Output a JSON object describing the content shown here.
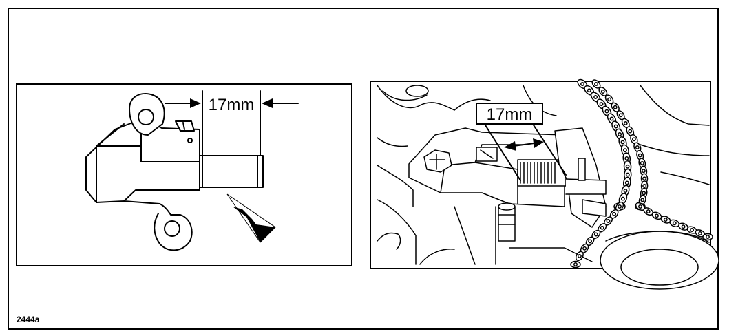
{
  "figure": {
    "code": "2444a",
    "left_panel": {
      "dimension_label": "17mm"
    },
    "right_panel": {
      "dimension_label": "17mm"
    }
  }
}
